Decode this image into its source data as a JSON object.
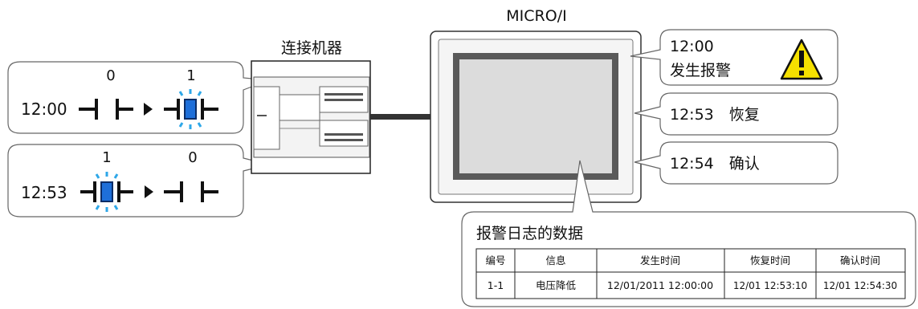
{
  "device_label": "MICRO/I",
  "connected_device_label": "连接机器",
  "contact_states": {
    "top": {
      "from": "0",
      "to": "1",
      "time": "12:00"
    },
    "bottom": {
      "from": "1",
      "to": "0",
      "time": "12:53"
    }
  },
  "callouts": {
    "alarm_time": "12:00",
    "alarm_text": "发生报警",
    "recovery": "12:53　恢复",
    "confirm": "12:54　确认"
  },
  "alarm_log": {
    "title": "报警日志的数据",
    "headers": [
      "编号",
      "信息",
      "发生时间",
      "恢复时间",
      "确认时间"
    ],
    "row": [
      "1-1",
      "电压降低",
      "12/01/2011 12:00:00",
      "12/01 12:53:10",
      "12/01 12:54:30"
    ]
  },
  "colors": {
    "screen_border": "#5a5a5a",
    "screen_fill": "#dcdcdc",
    "coil_blue": "#1e6fd9",
    "warning_yellow": "#f5e000"
  }
}
